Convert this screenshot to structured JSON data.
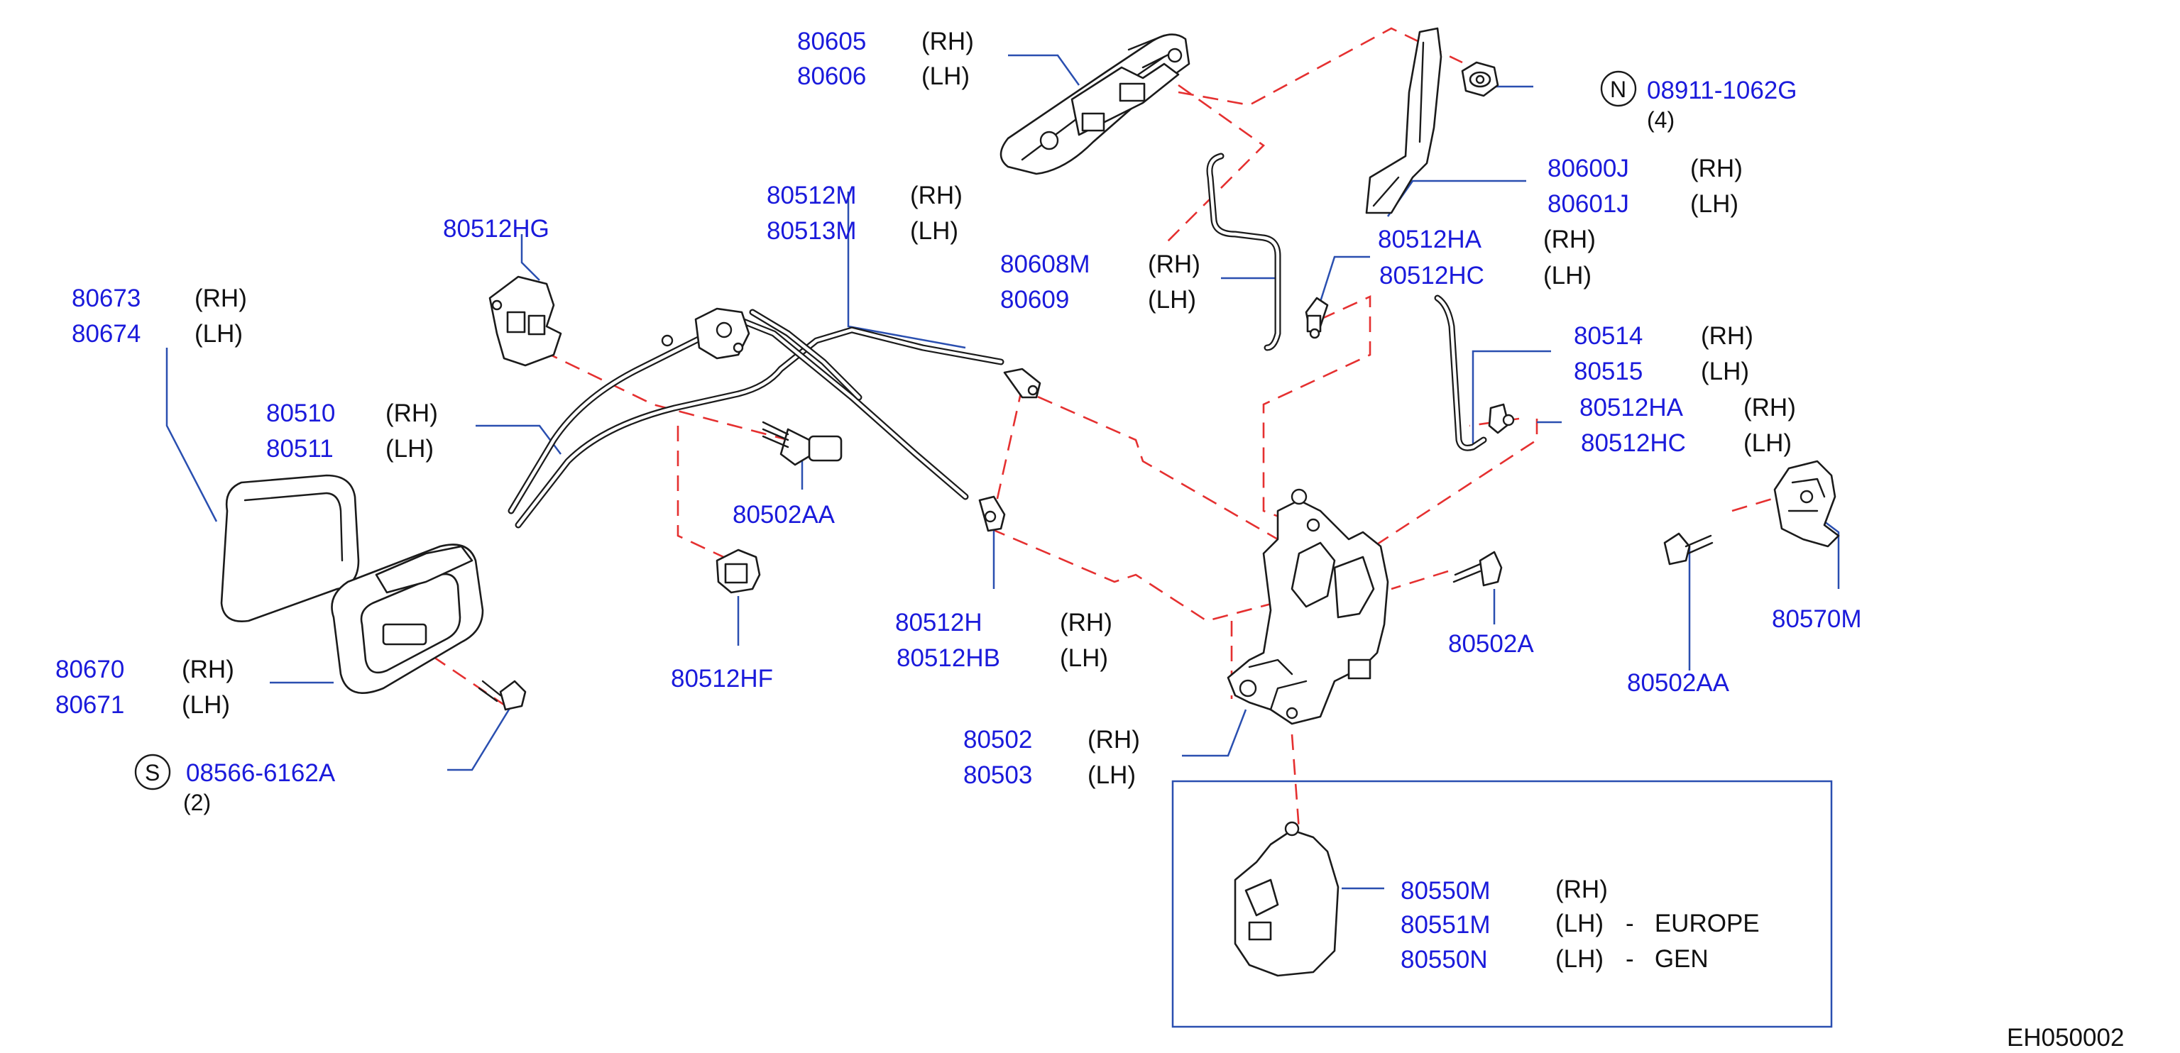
{
  "diagram_code": "EH050002",
  "callouts": [
    {
      "id": "c-80605",
      "lines": [
        {
          "part": "80605",
          "side": "(RH)"
        },
        {
          "part": "80606",
          "side": "(LH)"
        }
      ]
    },
    {
      "id": "c-08911",
      "symbol": "N",
      "lines": [
        {
          "part": "08911-1062G",
          "side": ""
        }
      ],
      "qty": "(4)"
    },
    {
      "id": "c-80600J",
      "lines": [
        {
          "part": "80600J",
          "side": "(RH)"
        },
        {
          "part": "80601J",
          "side": "(LH)"
        }
      ]
    },
    {
      "id": "c-80512HA-top",
      "lines": [
        {
          "part": "80512HA",
          "side": "(RH)"
        },
        {
          "part": "80512HC",
          "side": "(LH)"
        }
      ]
    },
    {
      "id": "c-80512M",
      "lines": [
        {
          "part": "80512M",
          "side": "(RH)"
        },
        {
          "part": "80513M",
          "side": "(LH)"
        }
      ]
    },
    {
      "id": "c-80608M",
      "lines": [
        {
          "part": "80608M",
          "side": "(RH)"
        },
        {
          "part": "80609",
          "side": "(LH)"
        }
      ]
    },
    {
      "id": "c-80512HG",
      "lines": [
        {
          "part": "80512HG",
          "side": ""
        }
      ]
    },
    {
      "id": "c-80673",
      "lines": [
        {
          "part": "80673",
          "side": "(RH)"
        },
        {
          "part": "80674",
          "side": "(LH)"
        }
      ]
    },
    {
      "id": "c-80510",
      "lines": [
        {
          "part": "80510",
          "side": "(RH)"
        },
        {
          "part": "80511",
          "side": "(LH)"
        }
      ]
    },
    {
      "id": "c-80514",
      "lines": [
        {
          "part": "80514",
          "side": "(RH)"
        },
        {
          "part": "80515",
          "side": "(LH)"
        }
      ]
    },
    {
      "id": "c-80512HA-mid",
      "lines": [
        {
          "part": "80512HA",
          "side": "(RH)"
        },
        {
          "part": "80512HC",
          "side": "(LH)"
        }
      ]
    },
    {
      "id": "c-80502AA-left",
      "lines": [
        {
          "part": "80502AA",
          "side": ""
        }
      ]
    },
    {
      "id": "c-80512H",
      "lines": [
        {
          "part": "80512H",
          "side": "(RH)"
        },
        {
          "part": "80512HB",
          "side": "(LH)"
        }
      ]
    },
    {
      "id": "c-80570M",
      "lines": [
        {
          "part": "80570M",
          "side": ""
        }
      ]
    },
    {
      "id": "c-80502A",
      "lines": [
        {
          "part": "80502A",
          "side": ""
        }
      ]
    },
    {
      "id": "c-80670",
      "lines": [
        {
          "part": "80670",
          "side": "(RH)"
        },
        {
          "part": "80671",
          "side": "(LH)"
        }
      ]
    },
    {
      "id": "c-80512HF",
      "lines": [
        {
          "part": "80512HF",
          "side": ""
        }
      ]
    },
    {
      "id": "c-80502AA-right",
      "lines": [
        {
          "part": "80502AA",
          "side": ""
        }
      ]
    },
    {
      "id": "c-80502",
      "lines": [
        {
          "part": "80502",
          "side": "(RH)"
        },
        {
          "part": "80503",
          "side": "(LH)"
        }
      ]
    },
    {
      "id": "c-08566",
      "symbol": "S",
      "lines": [
        {
          "part": "08566-6162A",
          "side": ""
        }
      ],
      "qty": "(2)"
    },
    {
      "id": "c-80550M",
      "lines": [
        {
          "part": "80550M",
          "side": "(RH)",
          "note": ""
        },
        {
          "part": "80551M",
          "side": "(LH)",
          "note": "-   EUROPE"
        },
        {
          "part": "80550N",
          "side": "(LH)",
          "note": "-   GEN"
        }
      ]
    }
  ],
  "colors": {
    "part_number": "#1a1adb",
    "leader": "#2a4fb0",
    "dashed_link": "#e53030",
    "line_art": "#1b1b1b"
  }
}
